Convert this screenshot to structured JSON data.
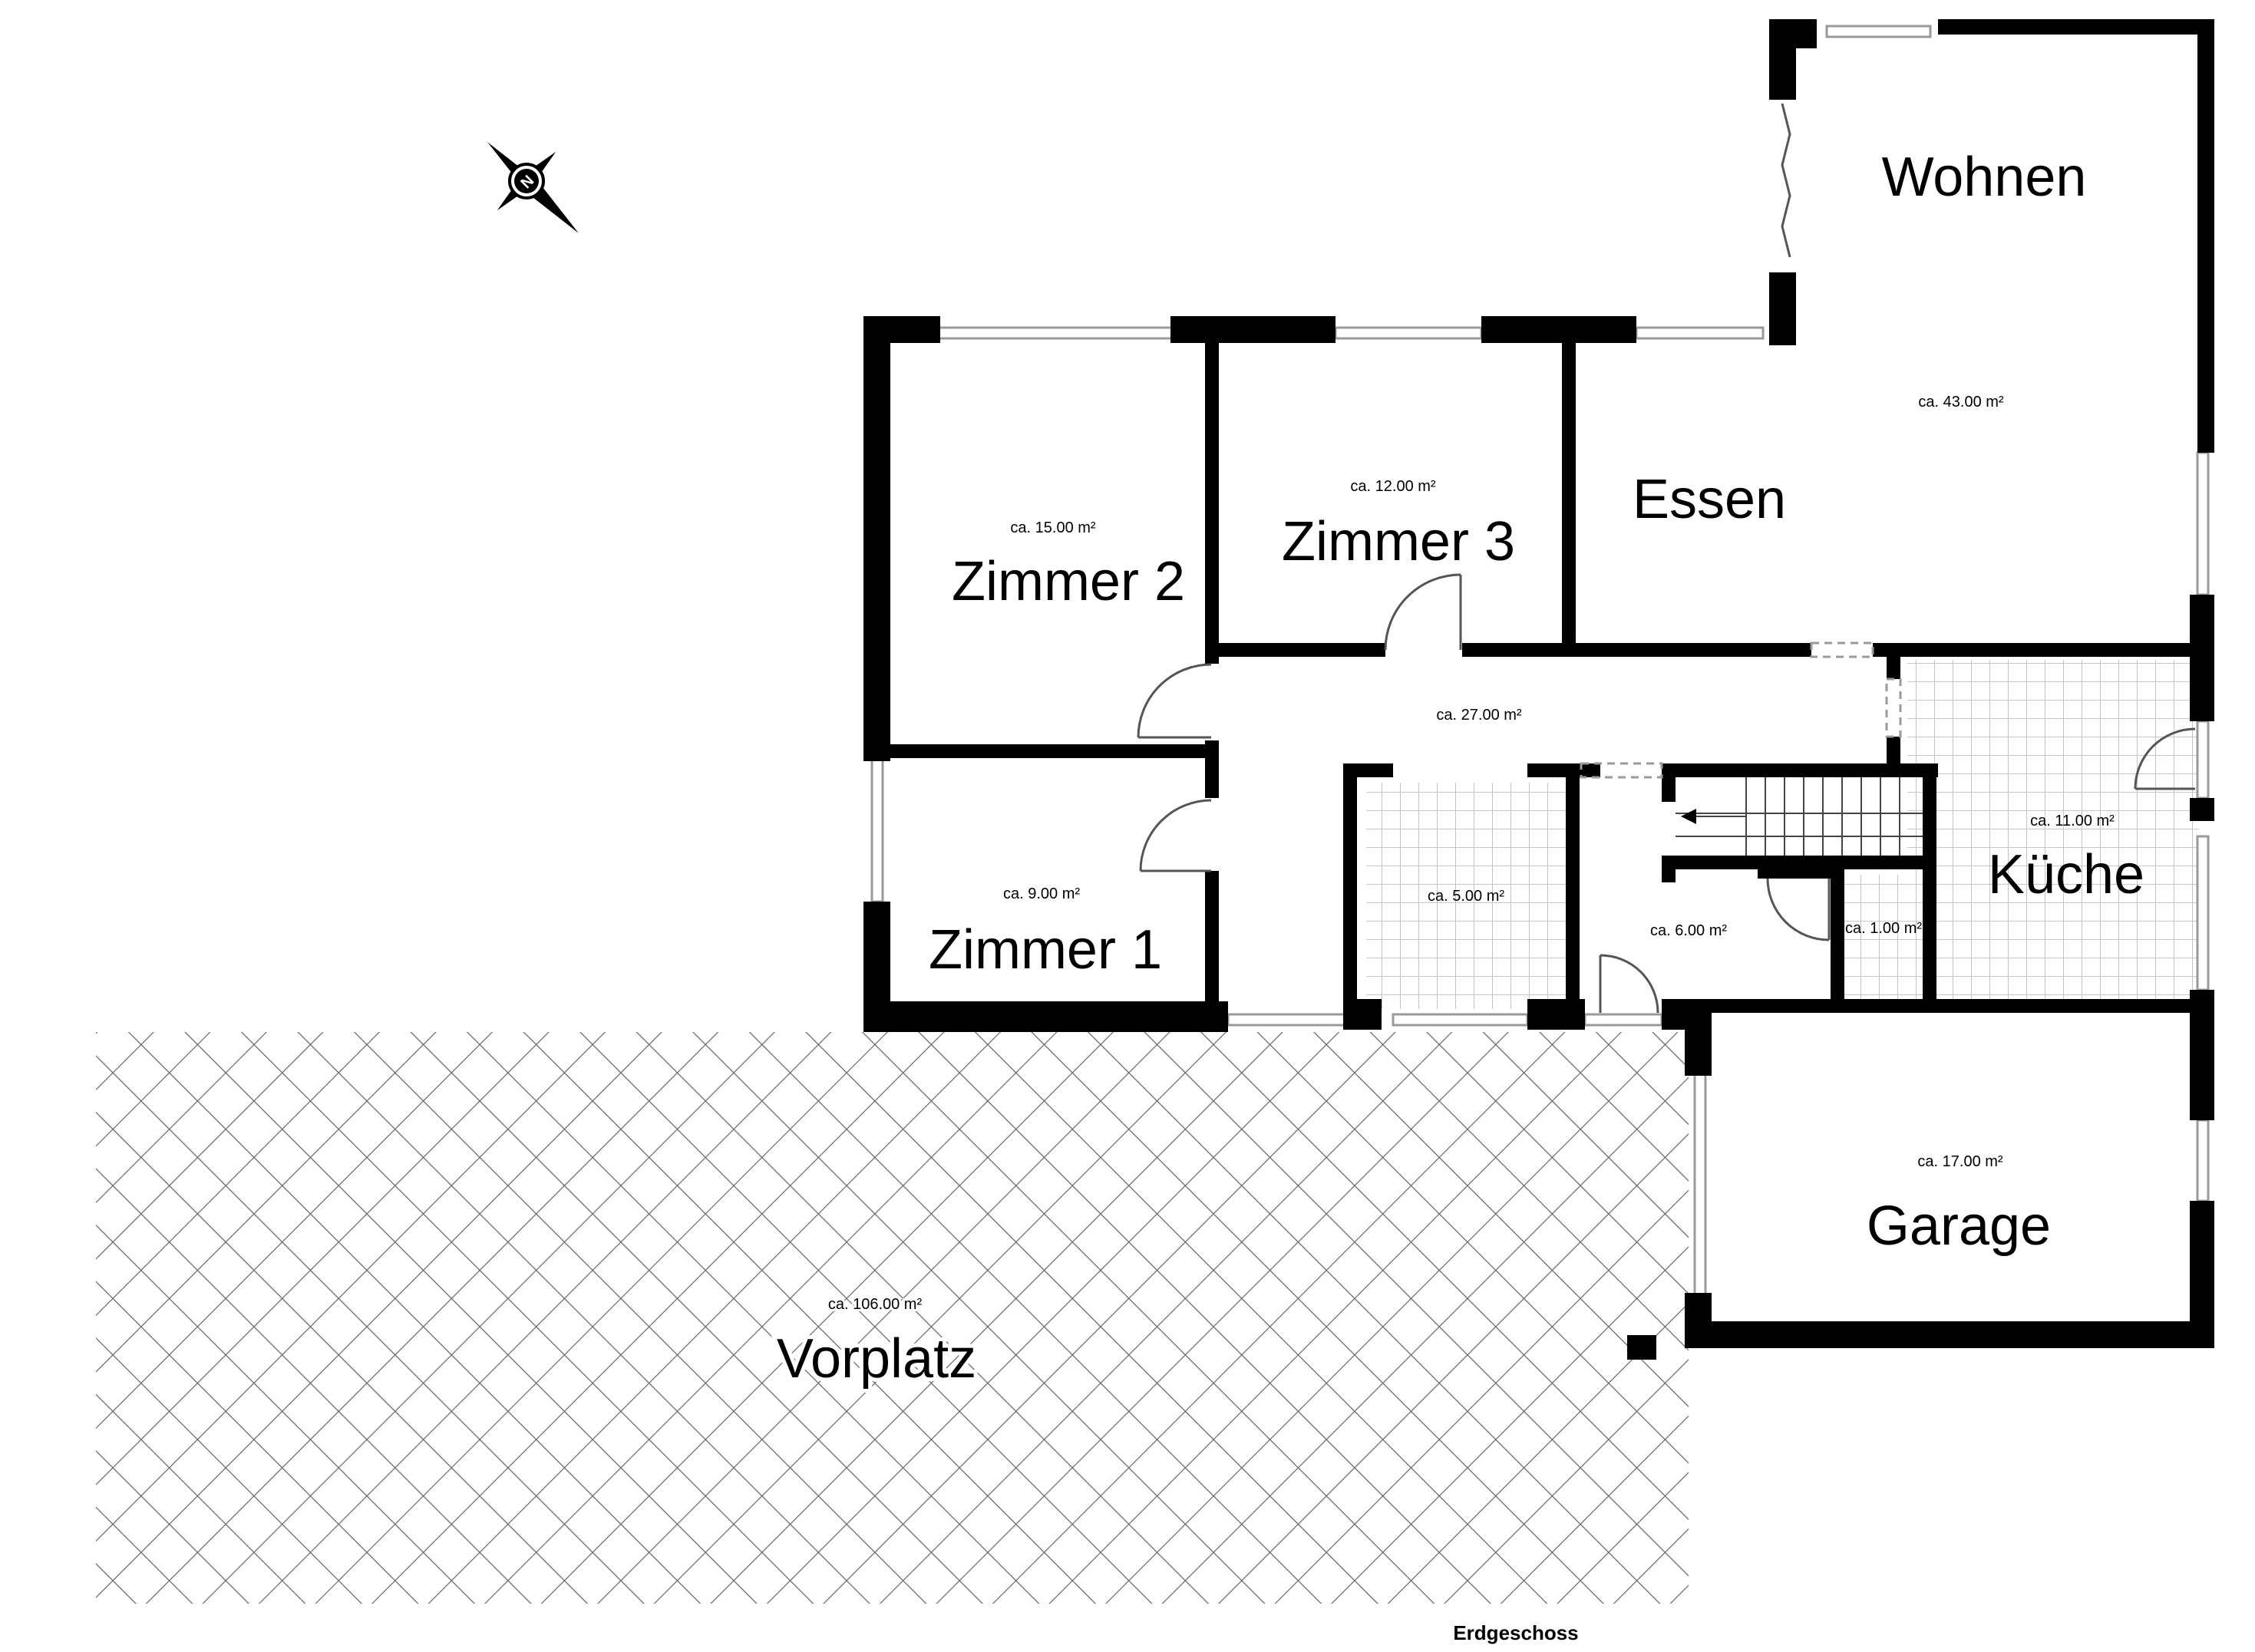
{
  "plan": {
    "floor_label": "Erdgeschoss",
    "compass": {
      "letter": "N"
    },
    "rooms": [
      {
        "id": "wohnen",
        "name": "Wohnen",
        "area": "ca. 43.00 m²"
      },
      {
        "id": "essen",
        "name": "Essen",
        "area": ""
      },
      {
        "id": "zimmer3",
        "name": "Zimmer 3",
        "area": "ca. 12.00 m²"
      },
      {
        "id": "zimmer2",
        "name": "Zimmer 2",
        "area": "ca. 15.00 m²"
      },
      {
        "id": "zimmer1",
        "name": "Zimmer 1",
        "area": "ca. 9.00 m²"
      },
      {
        "id": "flur",
        "name": "",
        "area": "ca. 27.00 m²"
      },
      {
        "id": "bad",
        "name": "",
        "area": "ca. 5.00 m²"
      },
      {
        "id": "diele",
        "name": "",
        "area": "ca. 6.00 m²"
      },
      {
        "id": "wc",
        "name": "",
        "area": "ca. 1.00 m²"
      },
      {
        "id": "kueche",
        "name": "Küche",
        "area": "ca. 11.00 m²"
      },
      {
        "id": "garage",
        "name": "Garage",
        "area": "ca. 17.00 m²"
      },
      {
        "id": "vorplatz",
        "name": "Vorplatz",
        "area": "ca. 106.00 m²"
      }
    ]
  }
}
